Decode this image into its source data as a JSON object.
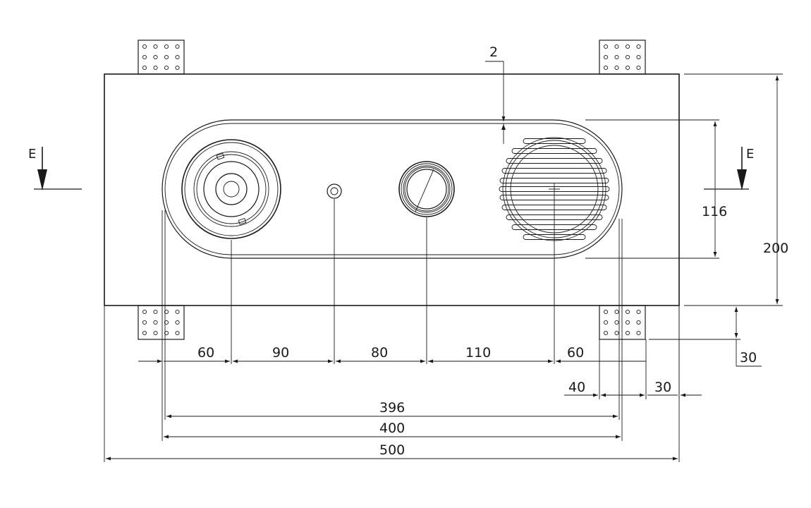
{
  "section_marker": {
    "left_label": "E",
    "right_label": "E"
  },
  "dimensions": {
    "gap_top": "2",
    "panel_height": "116",
    "overall_height": "200",
    "tab_depth": "30",
    "chain": [
      "60",
      "90",
      "80",
      "110",
      "60"
    ],
    "tab_width": "40",
    "tab_offset": "30",
    "panel_inner_width": "396",
    "panel_width": "400",
    "overall_width": "500"
  },
  "colors": {
    "line": "#1a1a1a",
    "background": "#ffffff"
  }
}
